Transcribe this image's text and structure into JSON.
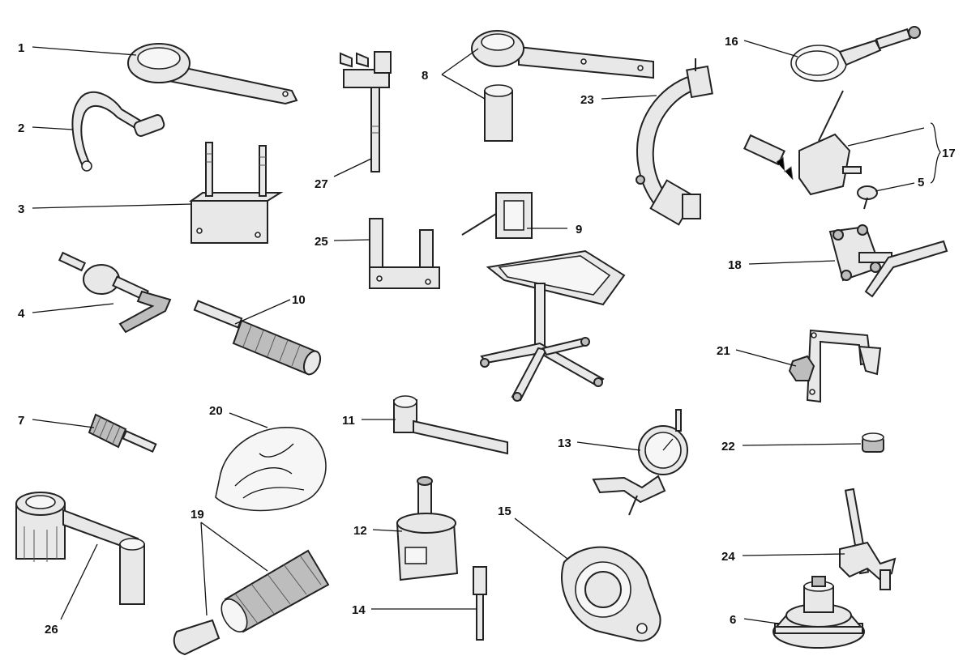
{
  "labels": {
    "l1": "1",
    "l2": "2",
    "l3": "3",
    "l4": "4",
    "l5": "5",
    "l6": "6",
    "l7": "7",
    "l8": "8",
    "l9": "9",
    "l10": "10",
    "l11": "11",
    "l12": "12",
    "l13": "13",
    "l14": "14",
    "l15": "15",
    "l16": "16",
    "l17": "17",
    "l18": "18",
    "l19": "19",
    "l20": "20",
    "l21": "21",
    "l22": "22",
    "l23": "23",
    "l24": "24",
    "l25": "25",
    "l26": "26",
    "l27": "27"
  }
}
